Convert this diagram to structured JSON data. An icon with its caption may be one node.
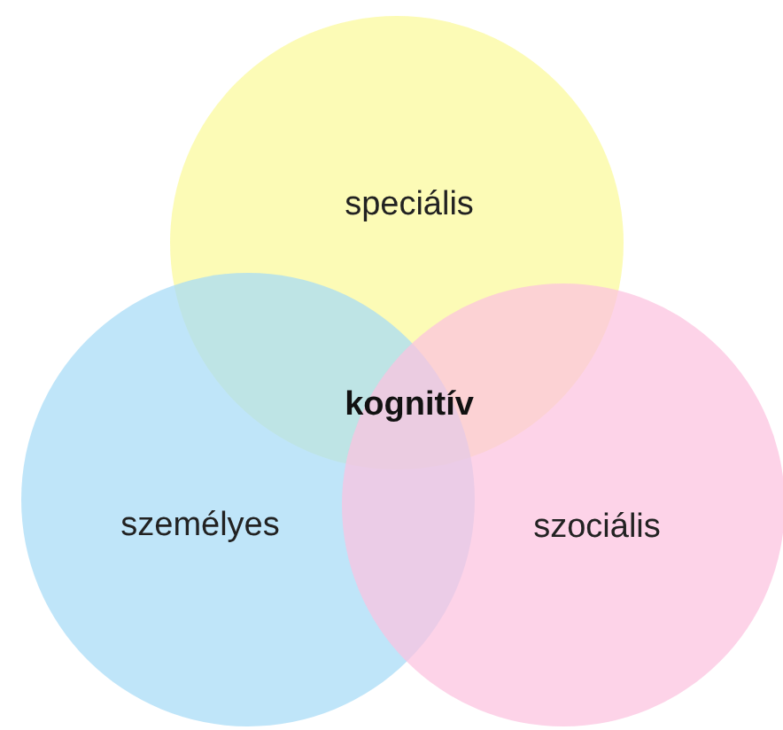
{
  "diagram": {
    "nodes": [
      {
        "text": [
          "speciális"
        ]
      },
      {
        "text": [
          "személyes"
        ]
      },
      {
        "text": [
          "szociális"
        ]
      }
    ],
    "labels": [
      "kognitív"
    ]
  }
}
